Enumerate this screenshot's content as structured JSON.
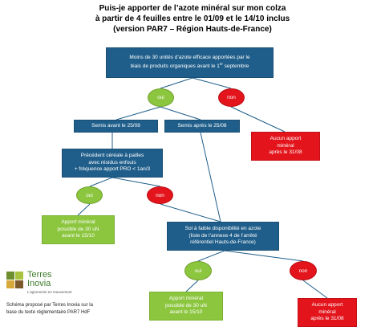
{
  "title": {
    "line1": "Puis-je apporter de l’azote minéral sur mon colza",
    "line2": "à partir de 4 feuilles entre le 01/09 et le 14/10 inclus",
    "line3": "(version PAR7 – Région Hauts-de-France)"
  },
  "nodes": {
    "q1": {
      "line1": "Moins de 30 unités d’azote efficace  apportées par le",
      "line2": "biais de produits organiques avant le 1",
      "line2_sup": "er",
      "line2_end": " septembre"
    },
    "oui1": "oui",
    "non1": "non",
    "semis_avant": "Semis avant le 25/08",
    "semis_apres": "Semis après le 25/08",
    "aucun1": {
      "line1": "Aucun apport",
      "line2": "minéral",
      "line3": "après le 31/08"
    },
    "q2": {
      "line1": "Précédent céréale à pailles",
      "line2": "avec résidus enfouis",
      "line3": "+ fréquence apport PRO < 1an/3"
    },
    "oui2": "oui",
    "non2": "non",
    "apport1": {
      "line1": "Apport minéral",
      "line2": "possible de 30 uN",
      "line3": "avant le 15/10"
    },
    "q3": {
      "line1": "Sol à faible disponibilité en azote",
      "line2": "(liste de l’annexe 4 de l’arrêté",
      "line3": "référentiel  Hauts-de-France)"
    },
    "oui3": "oui",
    "non3": "non",
    "apport2": {
      "line1": "Apport minéral",
      "line2": "possible de 30 uN",
      "line3": "avant le 15/10"
    },
    "aucun2": {
      "line1": "Aucun apport",
      "line2": "minéral",
      "line3": "après le 31/08"
    }
  },
  "logo": {
    "name1": "Terres",
    "name2": "Inovia",
    "tagline": "L’agronomie en mouvement"
  },
  "caption": {
    "line1": "Schéma proposé par Terres Inovia sur la",
    "line2": "base du texte réglementaire PAR7 HdF"
  },
  "colors": {
    "blue": "#1f5e8a",
    "red": "#e3141b",
    "green": "#8cc63f"
  }
}
